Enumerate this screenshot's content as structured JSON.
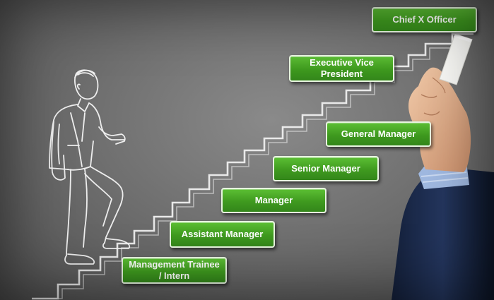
{
  "diagram": {
    "levels": [
      {
        "label": "Management Trainee / Intern"
      },
      {
        "label": "Assistant Manager"
      },
      {
        "label": "Manager"
      },
      {
        "label": "Senior Manager"
      },
      {
        "label": "General Manager"
      },
      {
        "label": "Executive Vice President"
      },
      {
        "label": "Chief X Officer"
      }
    ]
  },
  "colors": {
    "box_fill": "#4aa829",
    "box_border": "#e8f5e0",
    "chalk": "#f2f2f2",
    "background": "#707070"
  },
  "icons": [
    "man-climbing-icon",
    "hand-with-chalk-icon",
    "staircase-icon"
  ]
}
